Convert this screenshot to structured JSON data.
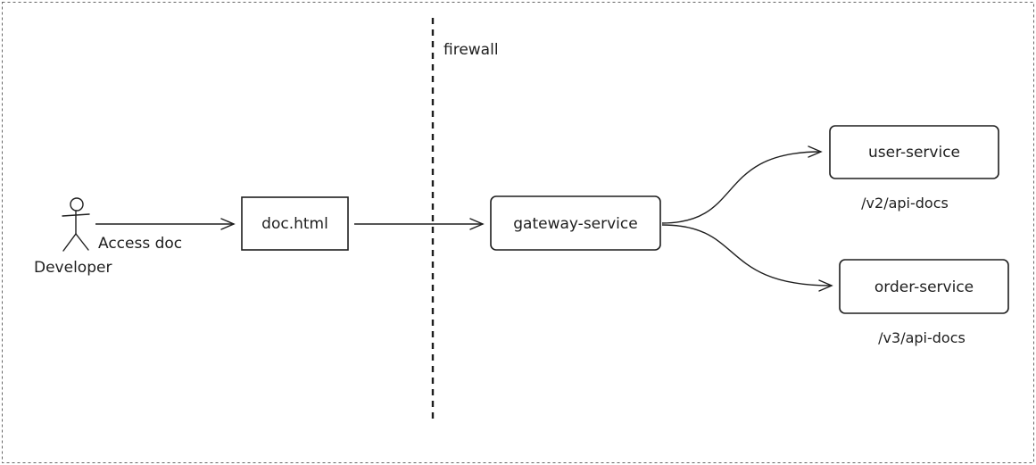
{
  "frame": {
    "border_color": "#666666"
  },
  "firewall": {
    "label": "firewall"
  },
  "actor": {
    "name": "Developer",
    "action_label": "Access doc",
    "icon": "stick-figure-icon"
  },
  "nodes": {
    "doc": {
      "label": "doc.html"
    },
    "gateway": {
      "label": "gateway-service"
    },
    "user": {
      "label": "user-service",
      "endpoint": "/v2/api-docs"
    },
    "order": {
      "label": "order-service",
      "endpoint": "/v3/api-docs"
    }
  },
  "edges": [
    {
      "from": "actor",
      "to": "doc"
    },
    {
      "from": "doc",
      "to": "gateway"
    },
    {
      "from": "gateway",
      "to": "user"
    },
    {
      "from": "gateway",
      "to": "order"
    }
  ],
  "colors": {
    "stroke": "#1e1e1e",
    "background": "#ffffff"
  }
}
